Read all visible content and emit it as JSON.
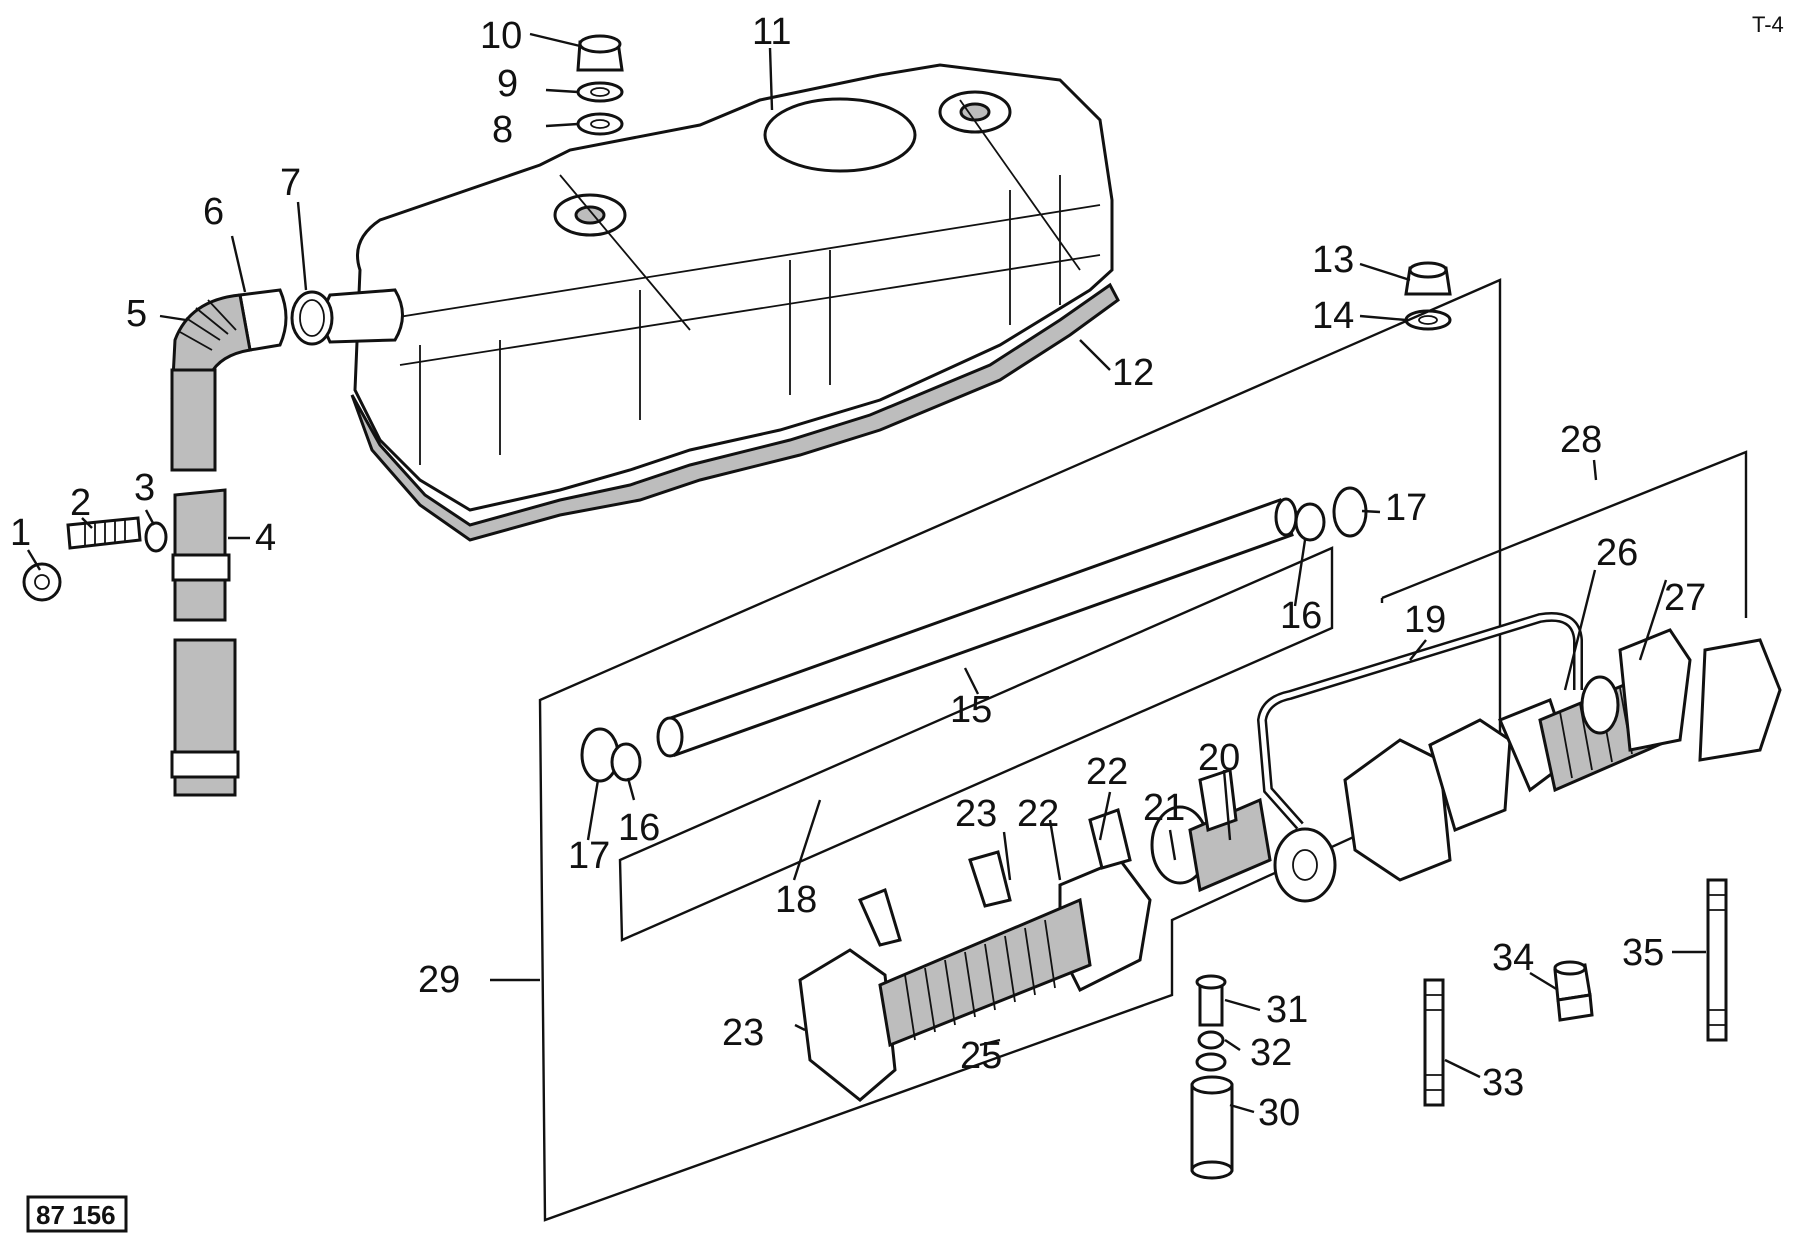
{
  "page": {
    "sheet_code": "T-4",
    "reference_number": "87 156"
  },
  "callouts": [
    "1",
    "2",
    "3",
    "4",
    "5",
    "6",
    "7",
    "8",
    "9",
    "10",
    "11",
    "12",
    "13",
    "14",
    "15",
    "16",
    "16",
    "17",
    "17",
    "18",
    "19",
    "20",
    "21",
    "22",
    "22",
    "23",
    "23",
    "25",
    "26",
    "27",
    "28",
    "29",
    "30",
    "31",
    "32",
    "33",
    "34",
    "35"
  ]
}
